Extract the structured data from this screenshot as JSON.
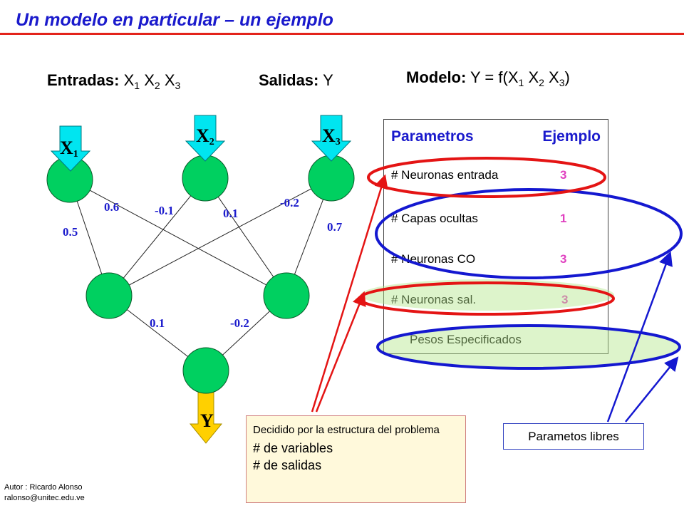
{
  "title": "Un modelo en particular – un ejemplo",
  "headers": {
    "inputs_label": "Entradas:",
    "inputs_value_prefix": "X",
    "inputs_subscripts": [
      "1",
      "2",
      "3"
    ],
    "outputs_label": "Salidas:",
    "outputs_value": "Y",
    "model_label": "Modelo:",
    "model_value_prefix": "Y = f(X",
    "model_subscripts": [
      "1",
      "2",
      "3"
    ],
    "model_value_suffix": ")"
  },
  "network": {
    "input_nodes": [
      {
        "label": "X",
        "sub": "1"
      },
      {
        "label": "X",
        "sub": "2"
      },
      {
        "label": "X",
        "sub": "3"
      }
    ],
    "output_label": "Y",
    "weights_input_hidden": [
      "0.6",
      "0.5",
      "-0.1",
      "0.1",
      "-0.2",
      "0.7"
    ],
    "weights_hidden_output": [
      "0.1",
      "-0.2"
    ]
  },
  "parameters": {
    "header_left": "Parametros",
    "header_right": "Ejemplo",
    "rows": [
      {
        "label": "# Neuronas entrada",
        "value": "3"
      },
      {
        "label": "# Capas ocultas",
        "value": "1"
      },
      {
        "label": "# Neuronas CO",
        "value": "3"
      },
      {
        "label": "# Neuronas sal.",
        "value": "3"
      }
    ],
    "weights_row": "Pesos  Especificados"
  },
  "decided_box": {
    "text": "Decidido por la estructura del problema",
    "items": [
      "#  de variables",
      "#  de salidas"
    ]
  },
  "free_params_label": "Parametos libres",
  "author": {
    "line1": "Autor : Ricardo Alonso",
    "line2": "ralonso@unitec.edu.ve"
  },
  "colors": {
    "title_blue": "#1a1acc",
    "rule_red": "#e3231b",
    "node_green": "#00d060",
    "input_arrow_cyan": "#00e5f0",
    "output_arrow_yellow": "#ffd000",
    "highlight_red": "#e41414",
    "highlight_blue": "#1418d0",
    "value_magenta": "#e040c0"
  }
}
